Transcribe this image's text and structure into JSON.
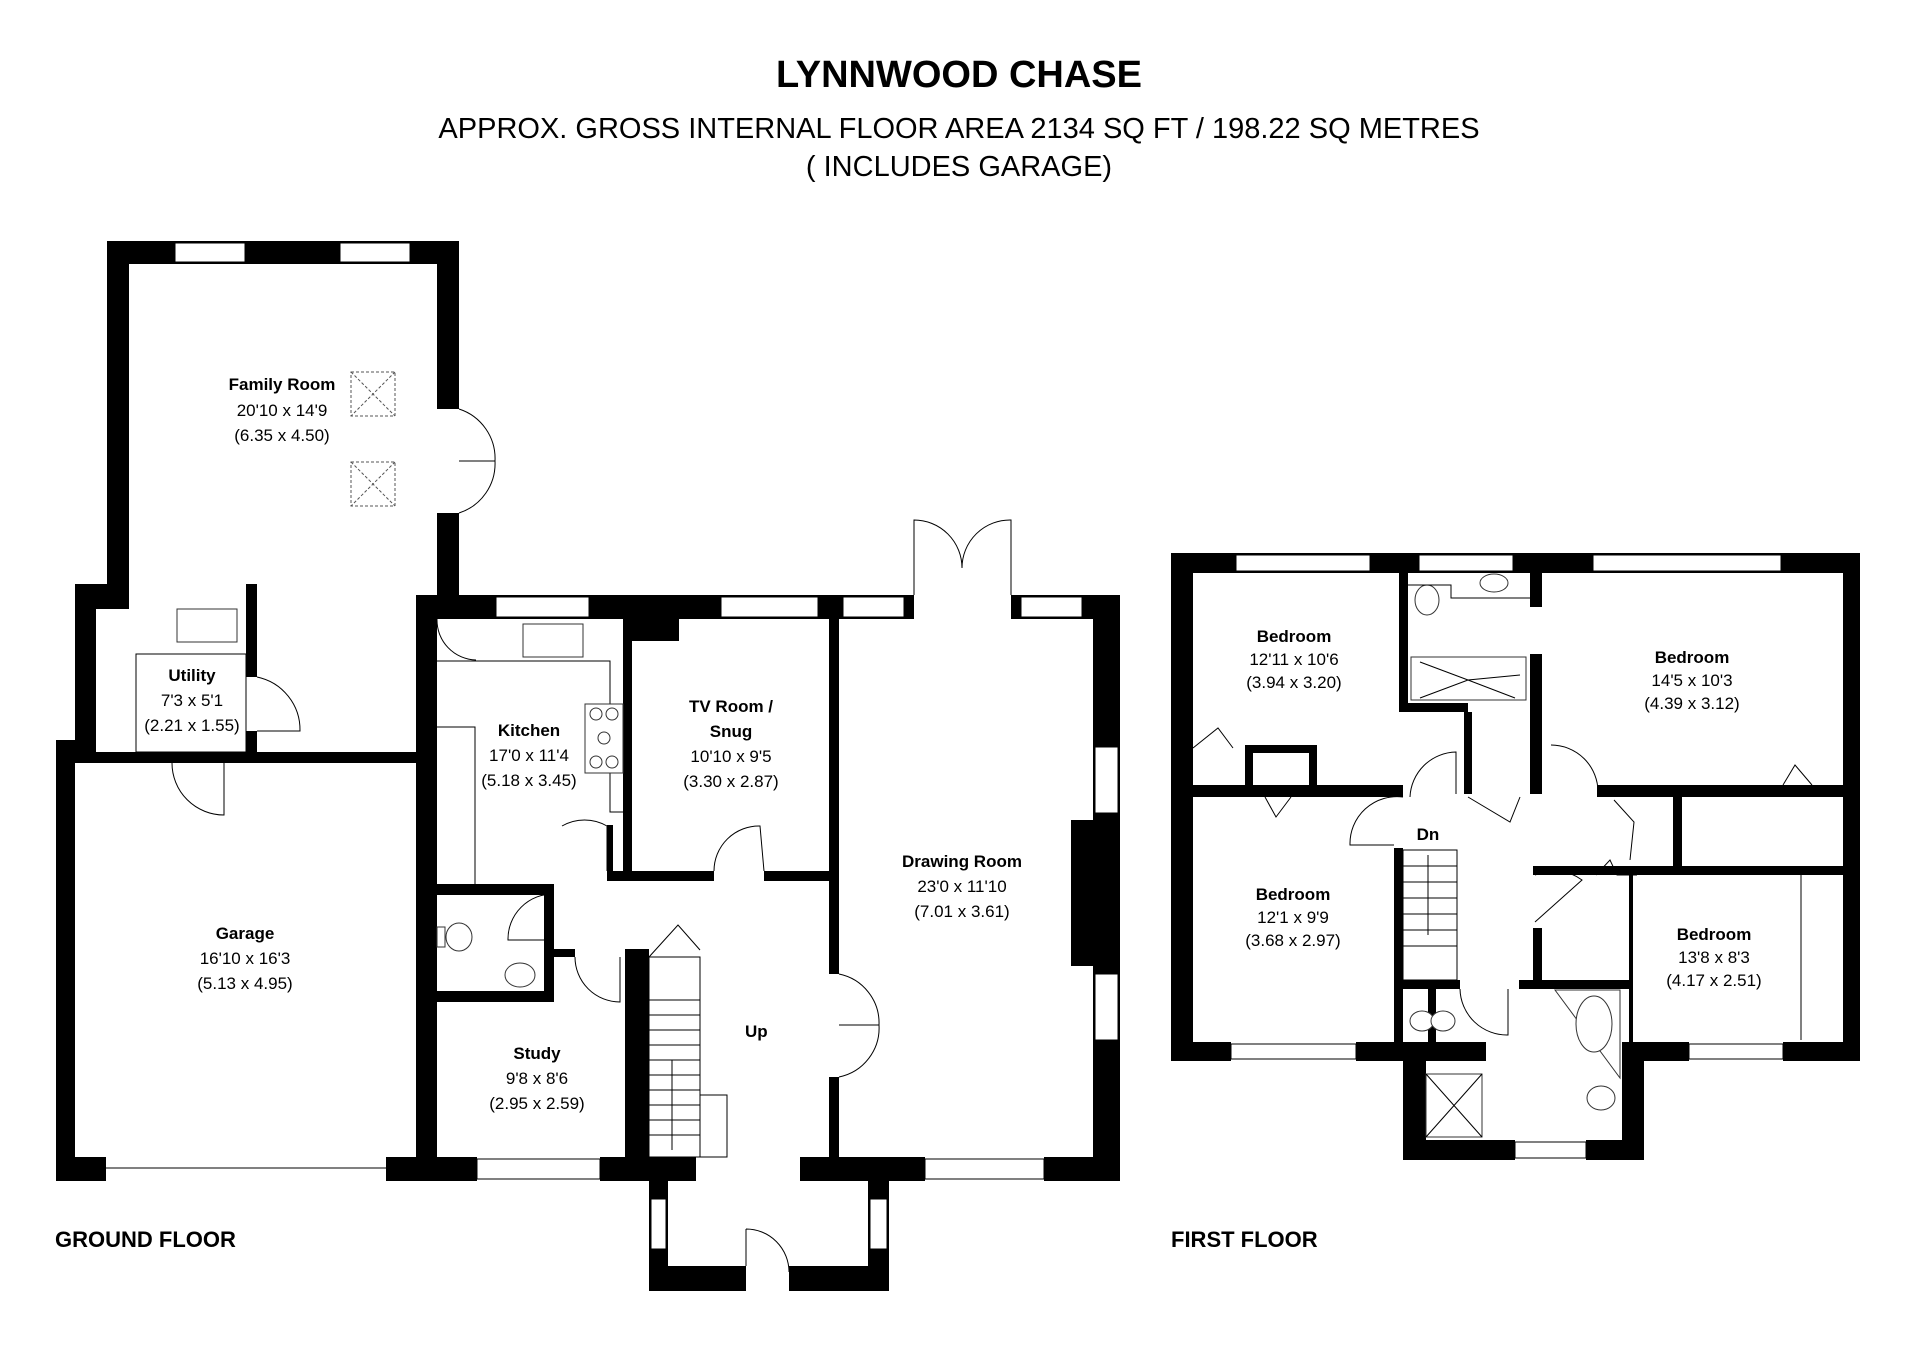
{
  "header": {
    "title": "LYNNWOOD CHASE",
    "subtitle": "APPROX. GROSS INTERNAL FLOOR AREA 2134 SQ FT / 198.22 SQ METRES",
    "note": "( INCLUDES GARAGE)"
  },
  "ground_floor": {
    "label": "GROUND FLOOR",
    "stairs_label": "Up",
    "rooms": [
      {
        "name": "Family Room",
        "imperial": "20'10 x 14'9",
        "metric": "(6.35 x 4.50)"
      },
      {
        "name": "Utility",
        "imperial": "7'3 x 5'1",
        "metric": "(2.21 x 1.55)"
      },
      {
        "name": "Kitchen",
        "imperial": "17'0 x 11'4",
        "metric": "(5.18 x 3.45)"
      },
      {
        "name": "TV Room /",
        "name2": "Snug",
        "imperial": "10'10 x 9'5",
        "metric": "(3.30 x 2.87)"
      },
      {
        "name": "Drawing Room",
        "imperial": "23'0 x 11'10",
        "metric": "(7.01 x 3.61)"
      },
      {
        "name": "Garage",
        "imperial": "16'10 x 16'3",
        "metric": "(5.13 x 4.95)"
      },
      {
        "name": "Study",
        "imperial": "9'8 x 8'6",
        "metric": "(2.95 x 2.59)"
      }
    ]
  },
  "first_floor": {
    "label": "FIRST FLOOR",
    "stairs_label": "Dn",
    "rooms": [
      {
        "name": "Bedroom",
        "imperial": "12'11 x 10'6",
        "metric": "(3.94 x 3.20)"
      },
      {
        "name": "Bedroom",
        "imperial": "14'5 x 10'3",
        "metric": "(4.39 x 3.12)"
      },
      {
        "name": "Bedroom",
        "imperial": "12'1 x 9'9",
        "metric": "(3.68 x 2.97)"
      },
      {
        "name": "Bedroom",
        "imperial": "13'8 x 8'3",
        "metric": "(4.17 x 2.51)"
      }
    ]
  }
}
